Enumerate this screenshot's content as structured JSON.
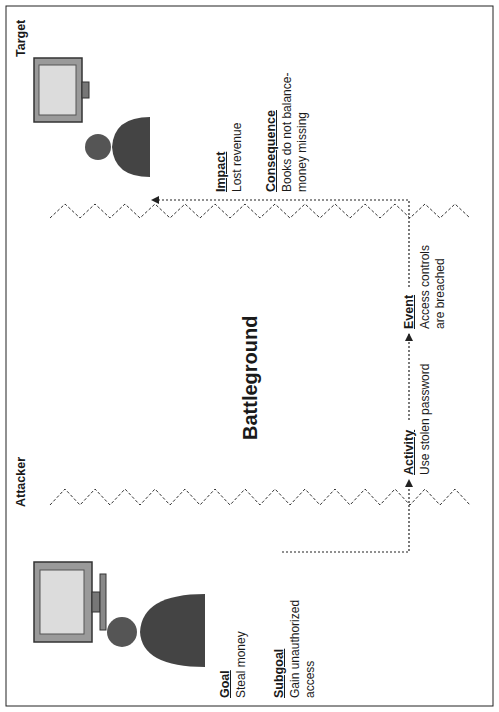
{
  "diagram": {
    "labels": [
      "Attacker",
      "Target",
      "Goal",
      "Steal money",
      "Subgoal",
      "Gain unauthorized access",
      "Battleground",
      "Activity",
      "Use stolen password",
      "Event",
      "Access controls are breached",
      "Impact",
      "Lost revenue",
      "Consequence",
      "Books do not balance-money missing"
    ]
  }
}
